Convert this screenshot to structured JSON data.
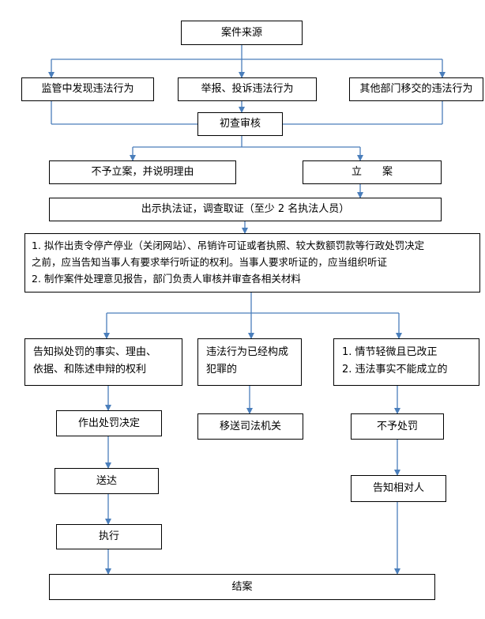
{
  "nodes": {
    "source": "案件来源",
    "supervision": "监管中发现违法行为",
    "report": "举报、投诉违法行为",
    "transfer": "其他部门移交的违法行为",
    "initial_review": "初查审核",
    "no_case": "不予立案，并说明理由",
    "file_case": "立　　案",
    "show_cert": "出示执法证，调查取证（至少 2 名执法人员）",
    "notice_lines": [
      "1.  拟作出责令停产停业（关闭网站）、吊销许可证或者执照、较大数额罚款等行政处罚决定",
      "之前，应当告知当事人有要求举行听证的权利。当事人要求听证的，应当组织听证",
      "2.  制作案件处理意见报告，部门负责人审核并审查各相关材料"
    ],
    "inform_lines": [
      "告知拟处罚的事实、理由、",
      "依据、和陈述申辩的权利"
    ],
    "crime_lines": [
      "违法行为已经构成",
      "犯罪的"
    ],
    "minor_lines": [
      "1.  情节轻微且已改正",
      "2.  违法事实不能成立的"
    ],
    "decision": "作出处罚决定",
    "judicial": "移送司法机关",
    "no_penalty": "不予处罚",
    "deliver": "送达",
    "inform_party": "告知相对人",
    "execute": "执行",
    "close": "结案"
  },
  "colors": {
    "box_border": "#000000",
    "arrow": "#4a7ebb"
  }
}
